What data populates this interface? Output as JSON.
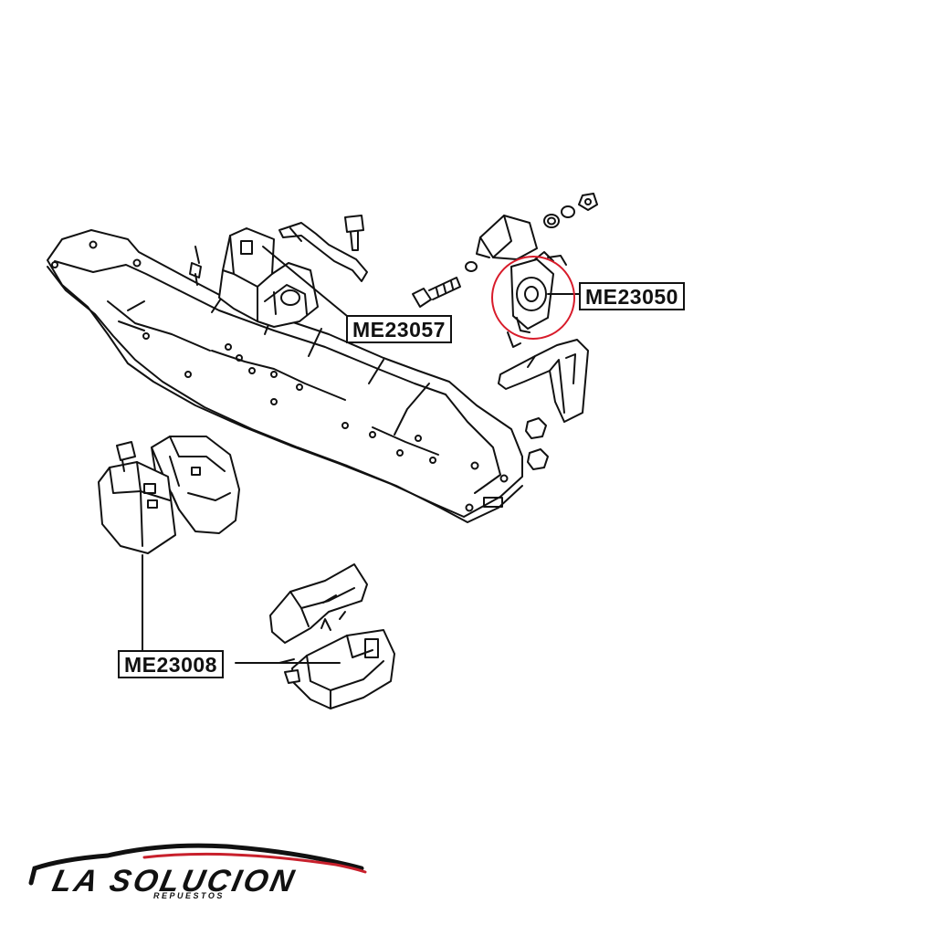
{
  "diagram": {
    "parts": [
      {
        "id": "part-1",
        "number": "ME23057"
      },
      {
        "id": "part-2",
        "number": "ME23050",
        "highlighted": true
      },
      {
        "id": "part-3",
        "number": "ME23008"
      }
    ],
    "highlight_color": "#d81b2a",
    "line_color": "#111111"
  },
  "brand": {
    "name": "LA SOLUCION",
    "tagline": "REPUESTOS",
    "accent_color": "#c8202c"
  }
}
